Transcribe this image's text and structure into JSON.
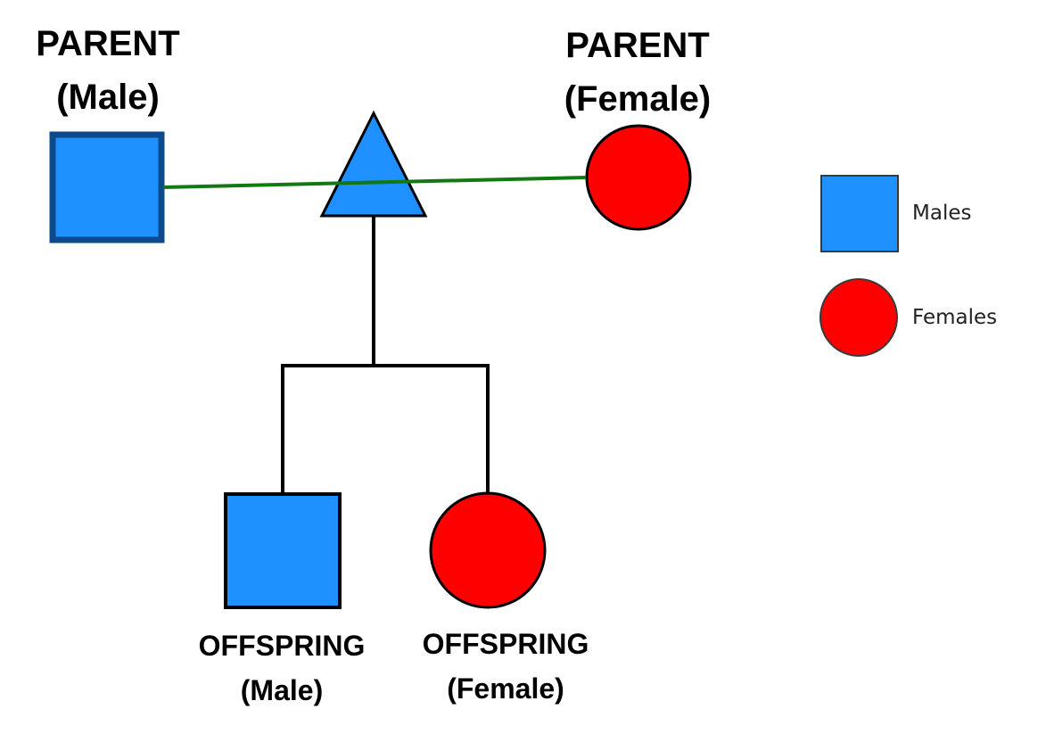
{
  "colors": {
    "male_fill": "#1e90ff",
    "male_parent_border": "#0d4a8c",
    "female_fill": "#ff0000",
    "outline": "#000000",
    "mating_line": "#127812",
    "descent_line": "#000000",
    "legend_border": "#3a3a3a"
  },
  "parents": {
    "male": {
      "line1": "PARENT",
      "line2": "(Male)",
      "icon": "square-male-icon"
    },
    "female": {
      "line1": "PARENT",
      "line2": "(Female)",
      "icon": "circle-female-icon"
    }
  },
  "union": {
    "icon": "triangle-icon"
  },
  "offspring": {
    "male": {
      "line1": "OFFSPRING",
      "line2": "(Male)",
      "icon": "square-male-icon"
    },
    "female": {
      "line1": "OFFSPRING",
      "line2": "(Female)",
      "icon": "circle-female-icon"
    }
  },
  "legend": {
    "males": "Males",
    "females": "Females"
  }
}
